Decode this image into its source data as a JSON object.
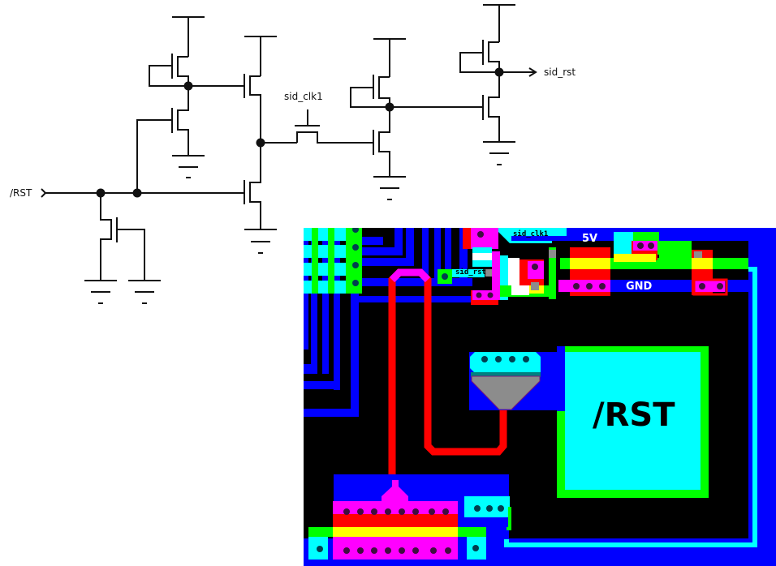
{
  "schematic": {
    "input_label": "/RST",
    "clock_label": "sid_clk1",
    "output_label": "sid_rst",
    "ground_symbol_text": "–"
  },
  "layout": {
    "labels": {
      "power": "5V",
      "ground": "GND",
      "clock_net": "sid_clk1",
      "reset_net": "sid_rst",
      "pad_label": "/RST"
    },
    "layer_colors": {
      "background": "#000000",
      "metal1": "#0000ff",
      "metal2_cyan": "#00ffff",
      "poly": "#ff0000",
      "diffusion": "#00ff00",
      "overlap_magenta": "#ff00ff",
      "overlap_yellow": "#ffff00",
      "contact": "#003f4f",
      "via_gray": "#8c8c8c"
    }
  }
}
